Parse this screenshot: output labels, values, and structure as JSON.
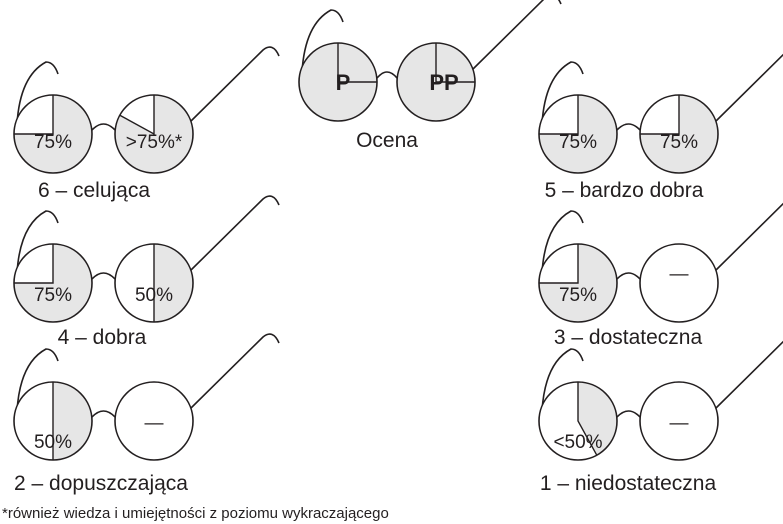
{
  "colors": {
    "fill": "#e6e6e6",
    "stroke": "#231f20",
    "background": "#ffffff"
  },
  "legend": {
    "left_label": "P",
    "right_label": "PP",
    "caption": "Ocena"
  },
  "grades": [
    {
      "id": "6",
      "caption": "6 – celująca",
      "left": {
        "label": "75%",
        "fill_fraction": 0.75
      },
      "right": {
        "label": ">75%*",
        "fill_fraction": 0.83
      }
    },
    {
      "id": "5",
      "caption": "5 – bardzo dobra",
      "left": {
        "label": "75%",
        "fill_fraction": 0.75
      },
      "right": {
        "label": "75%",
        "fill_fraction": 0.75
      }
    },
    {
      "id": "4",
      "caption": "4 – dobra",
      "left": {
        "label": "75%",
        "fill_fraction": 0.75
      },
      "right": {
        "label": "50%",
        "fill_fraction": 0.5
      }
    },
    {
      "id": "3",
      "caption": "3 – dostateczna",
      "left": {
        "label": "75%",
        "fill_fraction": 0.75
      },
      "right": {
        "label": "—",
        "fill_fraction": 0
      }
    },
    {
      "id": "2",
      "caption": "2 – dopuszczająca",
      "left": {
        "label": "50%",
        "fill_fraction": 0.5
      },
      "right": {
        "label": "—",
        "fill_fraction": 0
      }
    },
    {
      "id": "1",
      "caption": "1 – niedostateczna",
      "left": {
        "label": "<50%",
        "fill_fraction": 0.42
      },
      "right": {
        "label": "—",
        "fill_fraction": 0
      }
    }
  ],
  "footnote": "*również wiedza i umiejętności z poziomu wykraczającego"
}
